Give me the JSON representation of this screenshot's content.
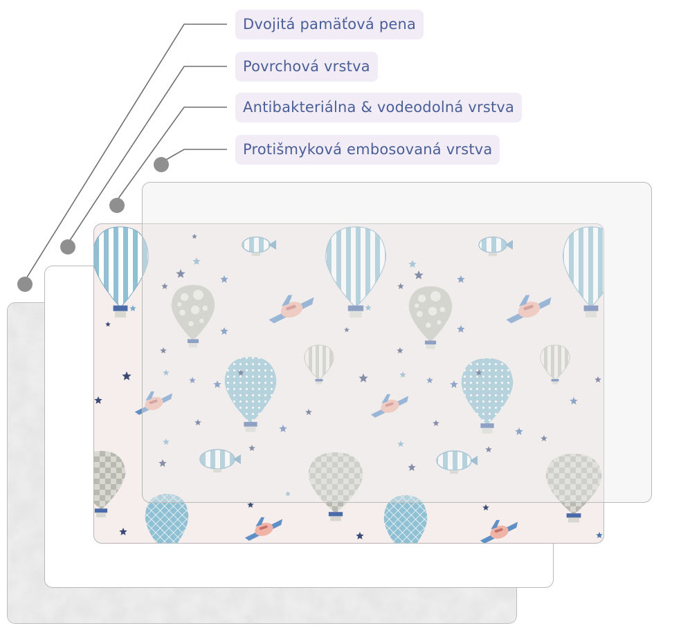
{
  "labels": [
    {
      "id": "memory-foam",
      "text": "Dvojitá pamäťová pena"
    },
    {
      "id": "surface",
      "text": "Povrchová vrstva"
    },
    {
      "id": "antibacterial",
      "text": "Antibakteriálna & vodeodolná vrstva"
    },
    {
      "id": "anti-slip",
      "text": "Protišmyková embosovaná vrstva"
    }
  ],
  "colors": {
    "label_bg": "#f1ecf6",
    "label_text": "#4a5f97",
    "connector_line": "#6f6f6f",
    "connector_dot": "#8f8f8f",
    "mat_background": "#f5eeec",
    "balloon_blue": "#8fc0d3",
    "balloon_gray": "#c4c4bc",
    "star_navy": "#3b4a75",
    "plane_pink": "#f0b4a6",
    "plane_blue": "#5f8fc7"
  },
  "icons": [
    "hot-air-balloon-icon",
    "airship-icon",
    "airplane-icon",
    "star-icon"
  ]
}
